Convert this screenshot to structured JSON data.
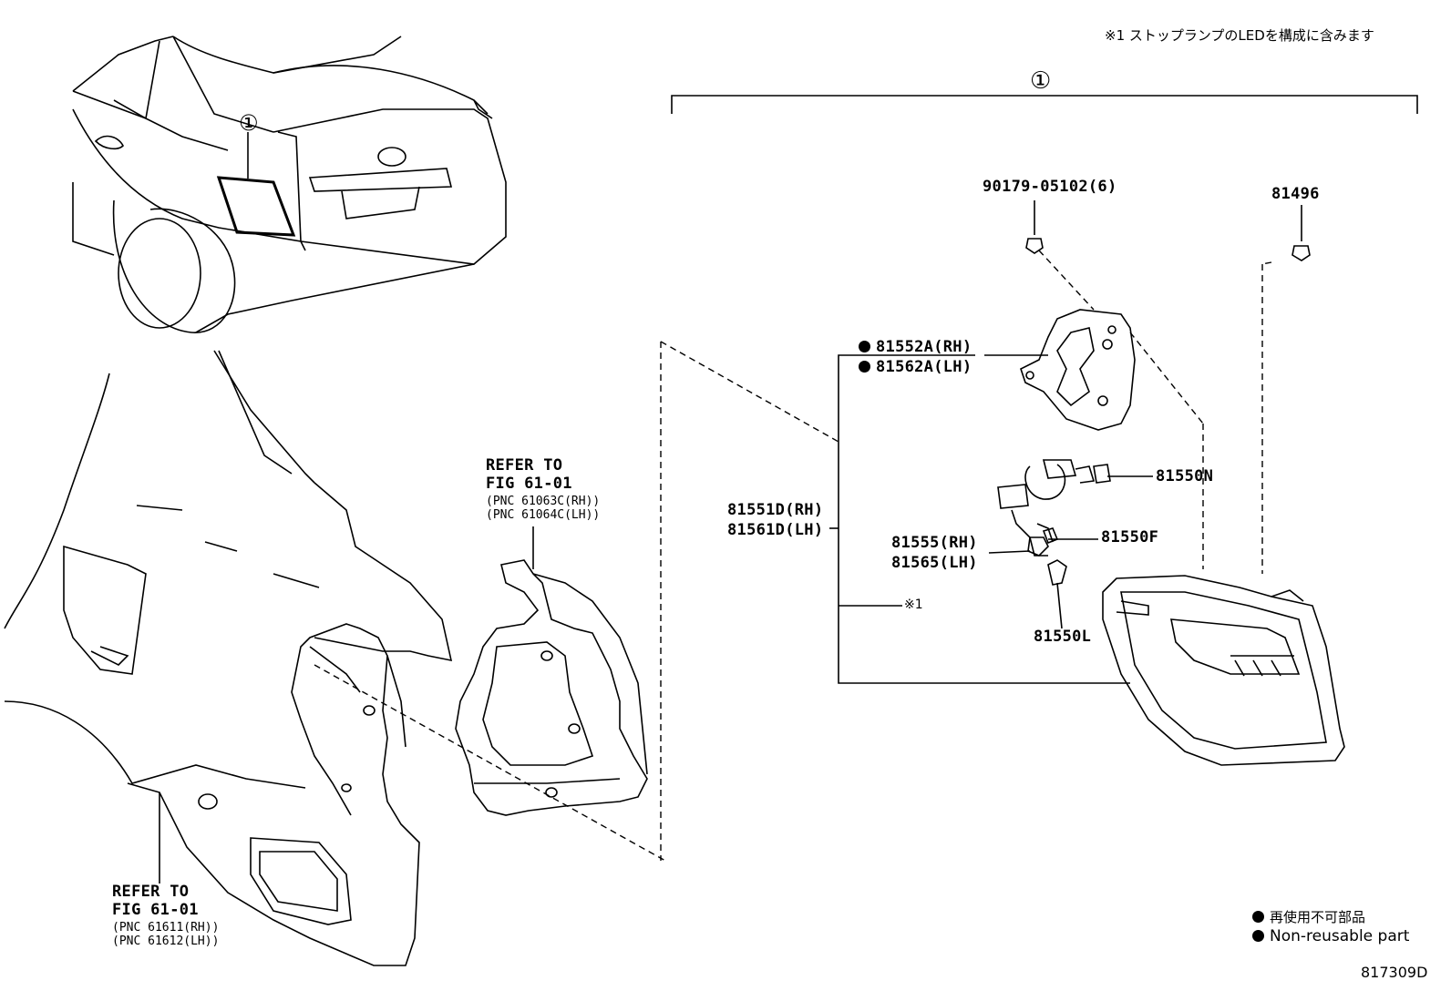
{
  "note": "※1 ストップランプのLEDを構成に含みます",
  "assembly_marker": "①",
  "car_marker": "①",
  "parts": {
    "p90179": "90179-05102(6)",
    "p81496": "81496",
    "p81552a": "81552A(RH)",
    "p81562a": "81562A(LH)",
    "p81551d": "81551D(RH)",
    "p81561d": "81561D(LH)",
    "p81550n": "81550N",
    "p81555": "81555(RH)",
    "p81565": "81565(LH)",
    "p81550f": "81550F",
    "p81550l": "81550L",
    "ref_note": "※1"
  },
  "refer_top": {
    "line1": "REFER TO",
    "line2": "FIG 61-01",
    "line3": "(PNC 61063C(RH))",
    "line4": "(PNC 61064C(LH))"
  },
  "refer_bottom": {
    "line1": "REFER TO",
    "line2": "FIG 61-01",
    "line3": "(PNC 61611(RH))",
    "line4": "(PNC 61612(LH))"
  },
  "legend": {
    "jp": "再使用不可部品",
    "en": "Non-reusable part"
  },
  "figure_id": "817309D"
}
